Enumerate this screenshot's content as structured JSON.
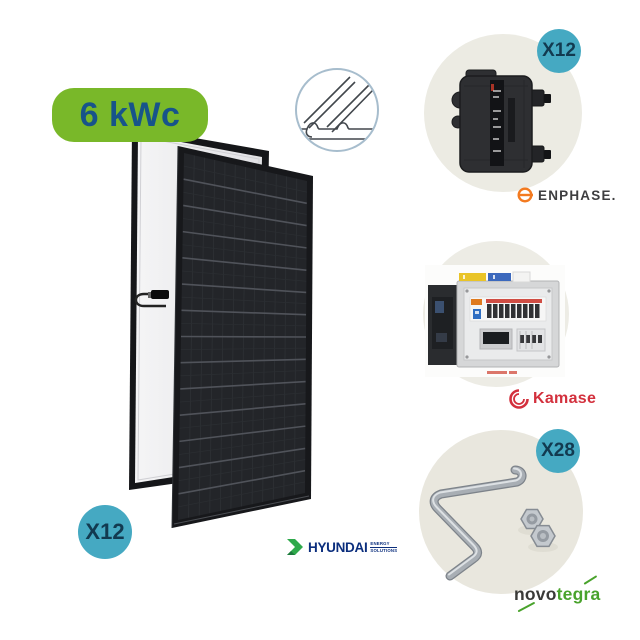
{
  "hero_badge": {
    "label": "6 kWc"
  },
  "panel_product": {
    "count_badge": "X12",
    "brand": "HYUNDAI",
    "brand_sub_line1": "ENERGY",
    "brand_sub_line2": "SOLUTIONS"
  },
  "inverter_product": {
    "count_badge": "X12",
    "brand": "ENPHASE."
  },
  "acbox_product": {
    "brand": "Kamase"
  },
  "mounting_product": {
    "count_badge": "X28",
    "brand_prefix": "novo",
    "brand_suffix": "tegra"
  },
  "colors": {
    "accent_green": "#79b829",
    "badge_text_blue": "#17548a",
    "count_badge_teal": "#45a9c2",
    "enphase_orange": "#f37a20",
    "kamase_red": "#d3303d",
    "novotegra_green": "#49a32c",
    "hyundai_blue": "#0b2e7d",
    "circle_background": "#ecebe3"
  }
}
